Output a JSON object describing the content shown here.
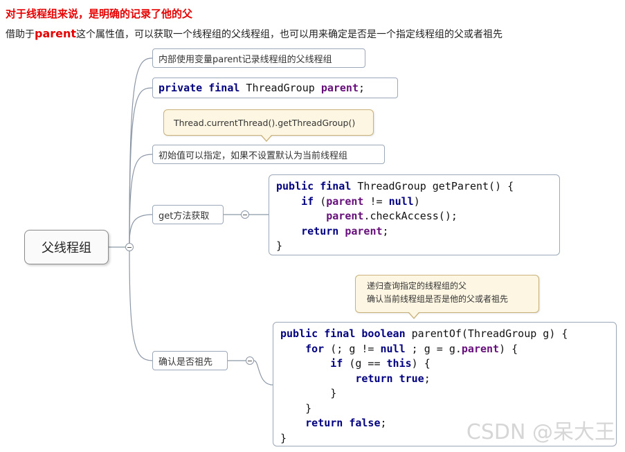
{
  "header": {
    "title": "对于线程组来说，是明确的记录了他的父",
    "subtitle_pre": "借助于",
    "subtitle_highlight": "parent",
    "subtitle_post": "这个属性值，可以获取一个线程组的父线程组，也可以用来确定是否是一个指定线程组的父或者祖先"
  },
  "root": {
    "label": "父线程组"
  },
  "branches": {
    "b1": "内部使用变量parent记录线程组的父线程组",
    "b2_kw1": "private",
    "b2_kw2": "final",
    "b2_type": " ThreadGroup ",
    "b2_field": "parent",
    "b2_end": ";",
    "callout1": "Thread.currentThread().getThreadGroup()",
    "b3": "初始值可以指定，如果不设置默认为当前线程组",
    "b4": "get方法获取",
    "b5": "确认是否祖先",
    "callout2_line1": "递归查询指定的线程组的父",
    "callout2_line2": "确认当前线程组是否是他的父或者祖先"
  },
  "code_getParent": [
    [
      [
        "kw",
        "public"
      ],
      [
        "t",
        " "
      ],
      [
        "kw",
        "final"
      ],
      [
        "t",
        " ThreadGroup getParent() {"
      ]
    ],
    [
      [
        "t",
        "    "
      ],
      [
        "kw",
        "if"
      ],
      [
        "t",
        " ("
      ],
      [
        "fld",
        "parent"
      ],
      [
        "t",
        " != "
      ],
      [
        "kw",
        "null"
      ],
      [
        "t",
        ")"
      ]
    ],
    [
      [
        "t",
        "        "
      ],
      [
        "fld",
        "parent"
      ],
      [
        "t",
        ".checkAccess();"
      ]
    ],
    [
      [
        "t",
        "    "
      ],
      [
        "kw",
        "return"
      ],
      [
        "t",
        " "
      ],
      [
        "fld",
        "parent"
      ],
      [
        "t",
        ";"
      ]
    ],
    [
      [
        "t",
        "}"
      ]
    ]
  ],
  "code_parentOf": [
    [
      [
        "kw",
        "public"
      ],
      [
        "t",
        " "
      ],
      [
        "kw",
        "final"
      ],
      [
        "t",
        " "
      ],
      [
        "kw",
        "boolean"
      ],
      [
        "t",
        " parentOf(ThreadGroup g) {"
      ]
    ],
    [
      [
        "t",
        "    "
      ],
      [
        "kw",
        "for"
      ],
      [
        "t",
        " (; g != "
      ],
      [
        "kw",
        "null"
      ],
      [
        "t",
        " ; g = g."
      ],
      [
        "fld",
        "parent"
      ],
      [
        "t",
        ") {"
      ]
    ],
    [
      [
        "t",
        "        "
      ],
      [
        "kw",
        "if"
      ],
      [
        "t",
        " (g == "
      ],
      [
        "kw",
        "this"
      ],
      [
        "t",
        ") {"
      ]
    ],
    [
      [
        "t",
        "            "
      ],
      [
        "kw",
        "return"
      ],
      [
        "t",
        " "
      ],
      [
        "kw",
        "true"
      ],
      [
        "t",
        ";"
      ]
    ],
    [
      [
        "t",
        "        }"
      ]
    ],
    [
      [
        "t",
        "    }"
      ]
    ],
    [
      [
        "t",
        "    "
      ],
      [
        "kw",
        "return"
      ],
      [
        "t",
        " "
      ],
      [
        "kw",
        "false"
      ],
      [
        "t",
        ";"
      ]
    ],
    [
      [
        "t",
        "}"
      ]
    ]
  ],
  "watermark": "CSDN @呆大王",
  "colors": {
    "title": "#e60000",
    "keyword": "#000080",
    "field": "#660e7a"
  }
}
